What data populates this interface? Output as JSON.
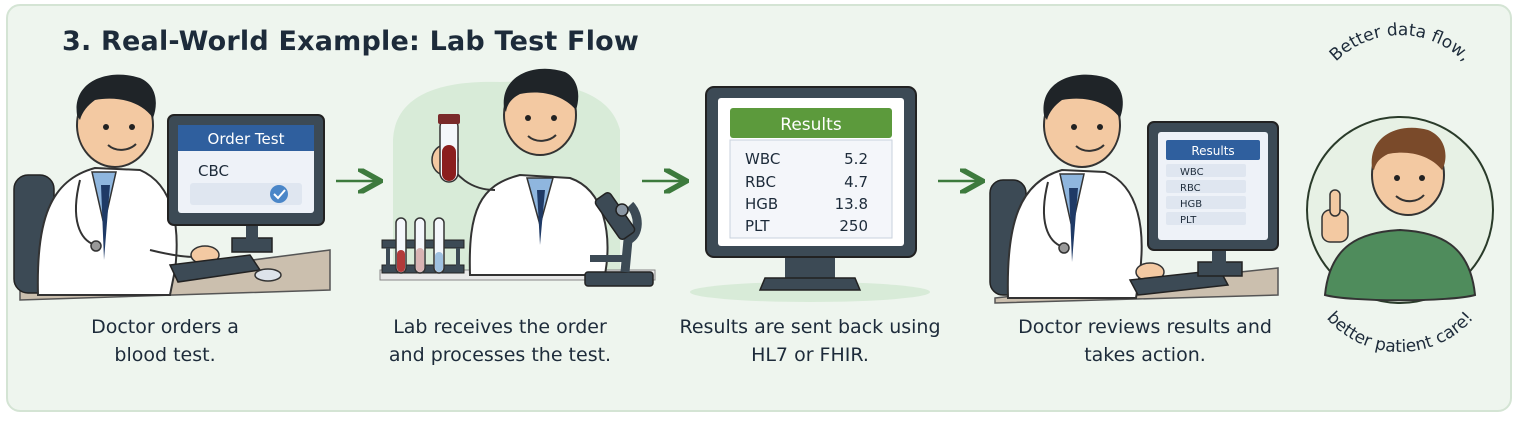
{
  "title": "3. Real-World Example: Lab Test Flow",
  "steps": [
    {
      "caption_line1": "Doctor orders a",
      "caption_line2": "blood test.",
      "screen_header": "Order Test",
      "screen_value": "CBC"
    },
    {
      "caption_line1": "Lab receives the order",
      "caption_line2": "and processes the test."
    },
    {
      "caption_line1": "Results are sent back using",
      "caption_line2": "HL7 or FHIR.",
      "results_title": "Results",
      "results": [
        {
          "label": "WBC",
          "value": "5.2"
        },
        {
          "label": "RBC",
          "value": "4.7"
        },
        {
          "label": "HGB",
          "value": "13.8"
        },
        {
          "label": "PLT",
          "value": "250"
        }
      ]
    },
    {
      "caption_line1": "Doctor reviews results and",
      "caption_line2": "takes action.",
      "screen_title": "Results",
      "screen_rows": [
        "WBC",
        "RBC",
        "HGB",
        "PLT"
      ]
    }
  ],
  "patient": {
    "top_text": "Better data flow,",
    "bottom_text": "better patient care!"
  },
  "colors": {
    "accent_green": "#5c9a3c",
    "arrow_green": "#3d7a3d",
    "screen_blue": "#2f5f9e",
    "coat": "#ffffff",
    "tie": "#1f3a66"
  },
  "icons": [
    "check-icon",
    "test-tube-icon",
    "microscope-icon",
    "thumbs-up-icon"
  ]
}
